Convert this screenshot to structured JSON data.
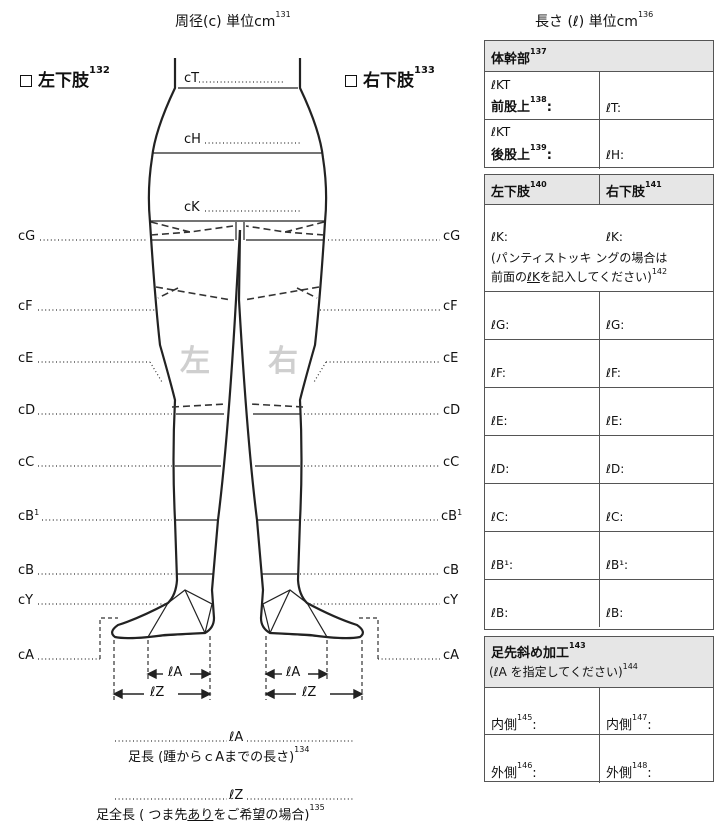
{
  "headers": {
    "left": "周径(c) 単位cm",
    "left_ref": "131",
    "right": "長さ (ℓ) 単位cm",
    "right_ref": "136"
  },
  "limbs": {
    "left": "左下肢",
    "left_ref": "132",
    "right": "右下肢",
    "right_ref": "133",
    "watermark_left": "左",
    "watermark_right": "右"
  },
  "circ": {
    "cT": "cT",
    "cH": "cH",
    "cK": "cK",
    "cG": "cG",
    "cF": "cF",
    "cE": "cE",
    "cD": "cD",
    "cC": "cC",
    "cB1": "cB",
    "cB1_sup": "1",
    "cB": "cB",
    "cY": "cY",
    "cA": "cA"
  },
  "foot": {
    "lA": "ℓA",
    "lZ": "ℓZ"
  },
  "bottom": {
    "la_field": "ℓA",
    "la_label": "足長 (踵からｃAまでの長さ)",
    "la_ref": "134",
    "lz_field": "ℓZ",
    "lz_label_a": "足全長 ( つま先",
    "lz_label_u": "あり",
    "lz_label_b": "をご希望の場合)",
    "lz_ref": "135"
  },
  "trunk": {
    "title": "体幹部",
    "title_ref": "137",
    "front_code": "ℓKT",
    "front_label": "前股上",
    "front_ref": "138",
    "back_code": "ℓKT",
    "back_label": "後股上",
    "back_ref": "139",
    "lT": "ℓT:",
    "lH": "ℓH:"
  },
  "legs": {
    "left_title": "左下肢",
    "left_ref": "140",
    "right_title": "右下肢",
    "right_ref": "141",
    "lK_left": "ℓK:",
    "lK_right": "ℓK:",
    "note1": "(パンティストッキ ングの場合は",
    "note2a": "前面の",
    "note2u": "ℓK",
    "note2b": "を記入してください)",
    "note_ref": "142",
    "rows": [
      {
        "l": "ℓG:",
        "r": "ℓG:"
      },
      {
        "l": "ℓF:",
        "r": "ℓF:"
      },
      {
        "l": "ℓE:",
        "r": "ℓE:"
      },
      {
        "l": "ℓD:",
        "r": "ℓD:"
      },
      {
        "l": "ℓC:",
        "r": "ℓC:"
      },
      {
        "l": "ℓB¹:",
        "r": "ℓB¹:"
      },
      {
        "l": "ℓB:",
        "r": "ℓB:"
      }
    ]
  },
  "toe": {
    "title": "足先斜め加工",
    "title_ref": "143",
    "sub": "(ℓA を指定してください)",
    "sub_ref": "144",
    "inner_l": "内側",
    "inner_l_ref": "145",
    "inner_r": "内側",
    "inner_r_ref": "147",
    "outer_l": "外側",
    "outer_l_ref": "146",
    "outer_r": "外側",
    "outer_r_ref": "148",
    "colon": ":"
  }
}
